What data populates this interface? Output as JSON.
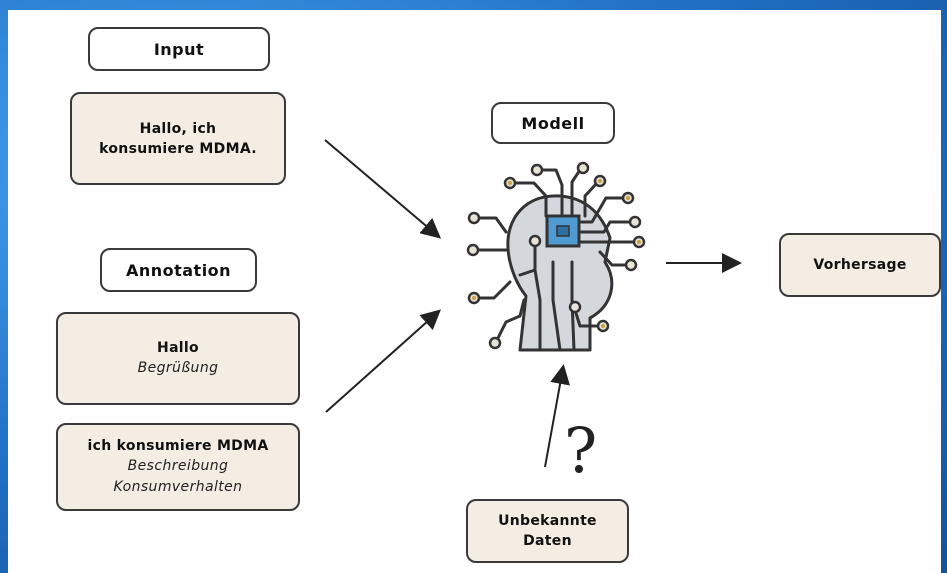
{
  "input": {
    "label": "Input",
    "text_line1": "Hallo, ich",
    "text_line2": "konsumiere MDMA."
  },
  "annotation": {
    "label": "Annotation",
    "item1": {
      "title": "Hallo",
      "tag": "Begrüßung"
    },
    "item2": {
      "title": "ich konsumiere MDMA",
      "tag_line1": "Beschreibung",
      "tag_line2": "Konsumverhalten"
    }
  },
  "model": {
    "label": "Modell",
    "icon": "ai-head-circuit-icon"
  },
  "output": {
    "label": "Vorhersage"
  },
  "unknown": {
    "line1": "Unbekannte",
    "line2": "Daten",
    "mark": "?"
  },
  "colors": {
    "background_blue": "#2a7fd0",
    "box_fill": "#f3ede3",
    "chip_blue": "#4f9ad0",
    "node_gold": "#c9a24a"
  }
}
